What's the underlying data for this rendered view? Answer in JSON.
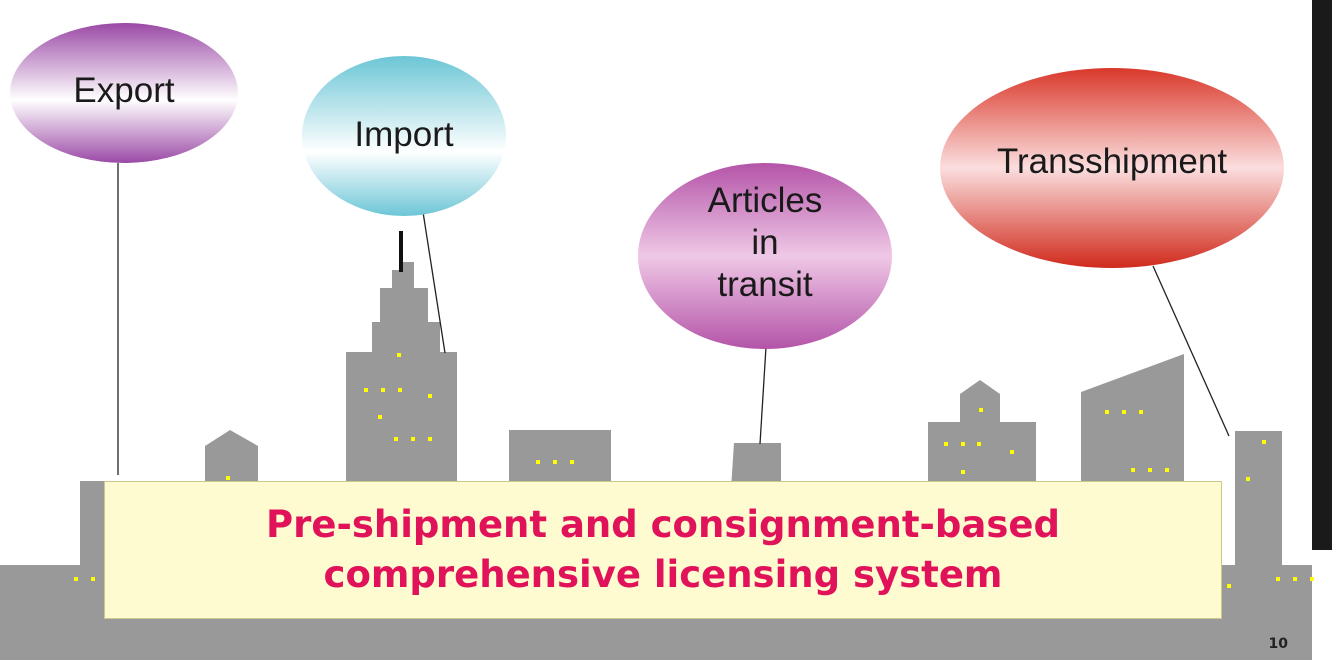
{
  "bubbles": [
    {
      "id": "export",
      "label": "Export",
      "color": "#9b4aa6"
    },
    {
      "id": "import",
      "label": "Import",
      "color": "#7ccfdc"
    },
    {
      "id": "transit",
      "label": "Articles in transit",
      "color": "#b454a8"
    },
    {
      "id": "transshipment",
      "label": "Transshipment",
      "color": "#d9382b"
    }
  ],
  "banner": {
    "line1": "Pre-shipment and consignment-based",
    "line2": "comprehensive licensing system"
  },
  "page_number": "10",
  "colors": {
    "building": "#999999",
    "window": "#ffff00",
    "banner_text": "#e0125a",
    "banner_bg": "#fdfbcf"
  }
}
